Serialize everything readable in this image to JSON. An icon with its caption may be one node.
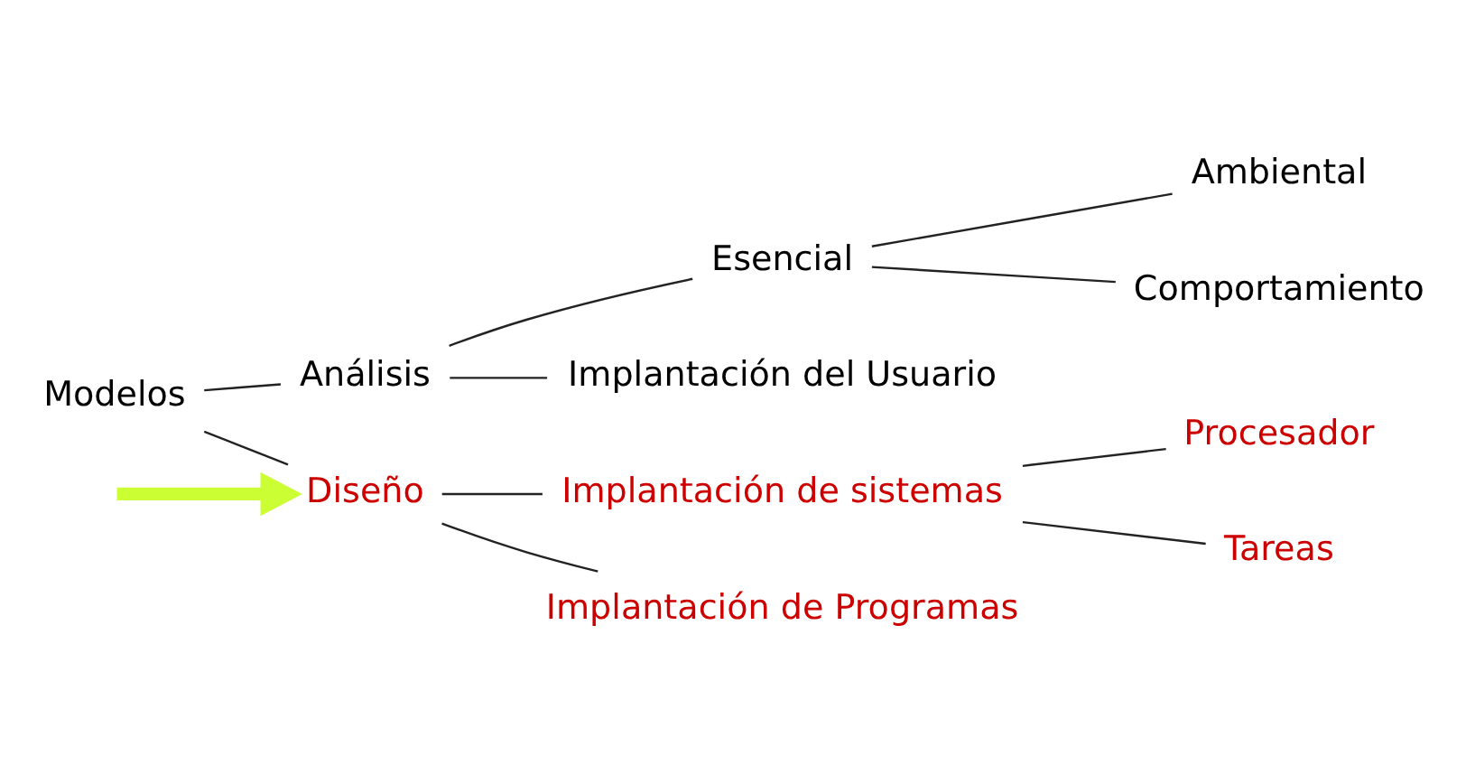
{
  "diagram": {
    "nodes": [
      {
        "text": [
          "Modelos"
        ]
      },
      {
        "text": [
          "Análisis"
        ]
      },
      {
        "text": [
          "Esencial"
        ]
      },
      {
        "text": [
          "Ambiental"
        ]
      },
      {
        "text": [
          "Comportamiento"
        ]
      },
      {
        "text": [
          "Implantación del Usuario"
        ]
      },
      {
        "text": [
          "Diseño"
        ]
      },
      {
        "text": [
          "Implantación de sistemas"
        ]
      },
      {
        "text": [
          "Procesador"
        ]
      },
      {
        "text": [
          "Tareas"
        ]
      },
      {
        "text": [
          "Implantación de Programas"
        ]
      }
    ],
    "edges": [
      {
        "from": 0,
        "to": 1,
        "arrow": "none"
      },
      {
        "from": 0,
        "to": 6,
        "arrow": "none"
      },
      {
        "from": 1,
        "to": 2,
        "arrow": "none"
      },
      {
        "from": 1,
        "to": 5,
        "arrow": "none"
      },
      {
        "from": 2,
        "to": 3,
        "arrow": "none"
      },
      {
        "from": 2,
        "to": 4,
        "arrow": "none"
      },
      {
        "from": 6,
        "to": 7,
        "arrow": "none"
      },
      {
        "from": 6,
        "to": 10,
        "arrow": "none"
      },
      {
        "from": 7,
        "to": 8,
        "arrow": "none"
      },
      {
        "from": 7,
        "to": 9,
        "arrow": "none"
      },
      {
        "from": null,
        "to": 6,
        "arrow": "to",
        "style": "thick",
        "color": "#ccff33"
      }
    ]
  }
}
